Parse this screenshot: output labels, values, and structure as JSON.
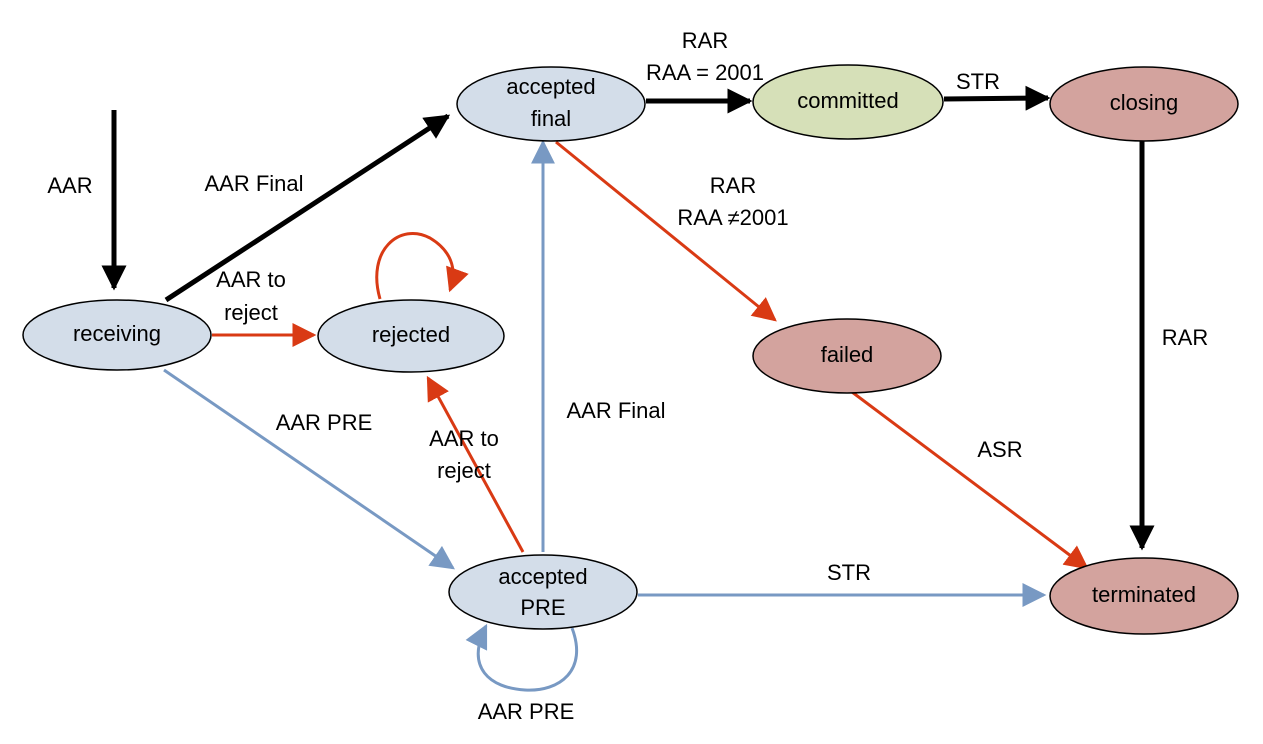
{
  "colors": {
    "node_blue": "#d3dde9",
    "node_green": "#d6e0b8",
    "node_red": "#d3a39e",
    "edge_black": "#000000",
    "edge_red": "#d93a14",
    "edge_blue": "#7899c3",
    "node_stroke": "#000000"
  },
  "nodes": {
    "receiving": {
      "label_lines": [
        "receiving"
      ]
    },
    "rejected": {
      "label_lines": [
        "rejected"
      ]
    },
    "accepted_final": {
      "label_lines": [
        "accepted",
        "final"
      ]
    },
    "committed": {
      "label_lines": [
        "committed"
      ]
    },
    "closing": {
      "label_lines": [
        "closing"
      ]
    },
    "failed": {
      "label_lines": [
        "failed"
      ]
    },
    "accepted_pre": {
      "label_lines": [
        "accepted",
        "PRE"
      ]
    },
    "terminated": {
      "label_lines": [
        "terminated"
      ]
    }
  },
  "edge_labels": {
    "initial": [
      "AAR"
    ],
    "receiving_to_accepted_final": [
      "AAR Final"
    ],
    "receiving_to_rejected": [
      "AAR to",
      "reject"
    ],
    "rejected_self": [],
    "receiving_to_accepted_pre": [
      "AAR PRE"
    ],
    "accepted_pre_to_rejected": [
      "AAR to",
      "reject"
    ],
    "accepted_pre_to_accepted_final": [
      "AAR Final"
    ],
    "accepted_pre_self": [
      "AAR PRE"
    ],
    "accepted_final_to_committed": [
      "RAR",
      "RAA = 2001"
    ],
    "committed_to_closing": [
      "STR"
    ],
    "accepted_final_to_failed": [
      "RAR",
      "RAA ≠2001"
    ],
    "closing_to_terminated": [
      "RAR"
    ],
    "failed_to_terminated": [
      "ASR"
    ],
    "accepted_pre_to_terminated": [
      "STR"
    ]
  }
}
